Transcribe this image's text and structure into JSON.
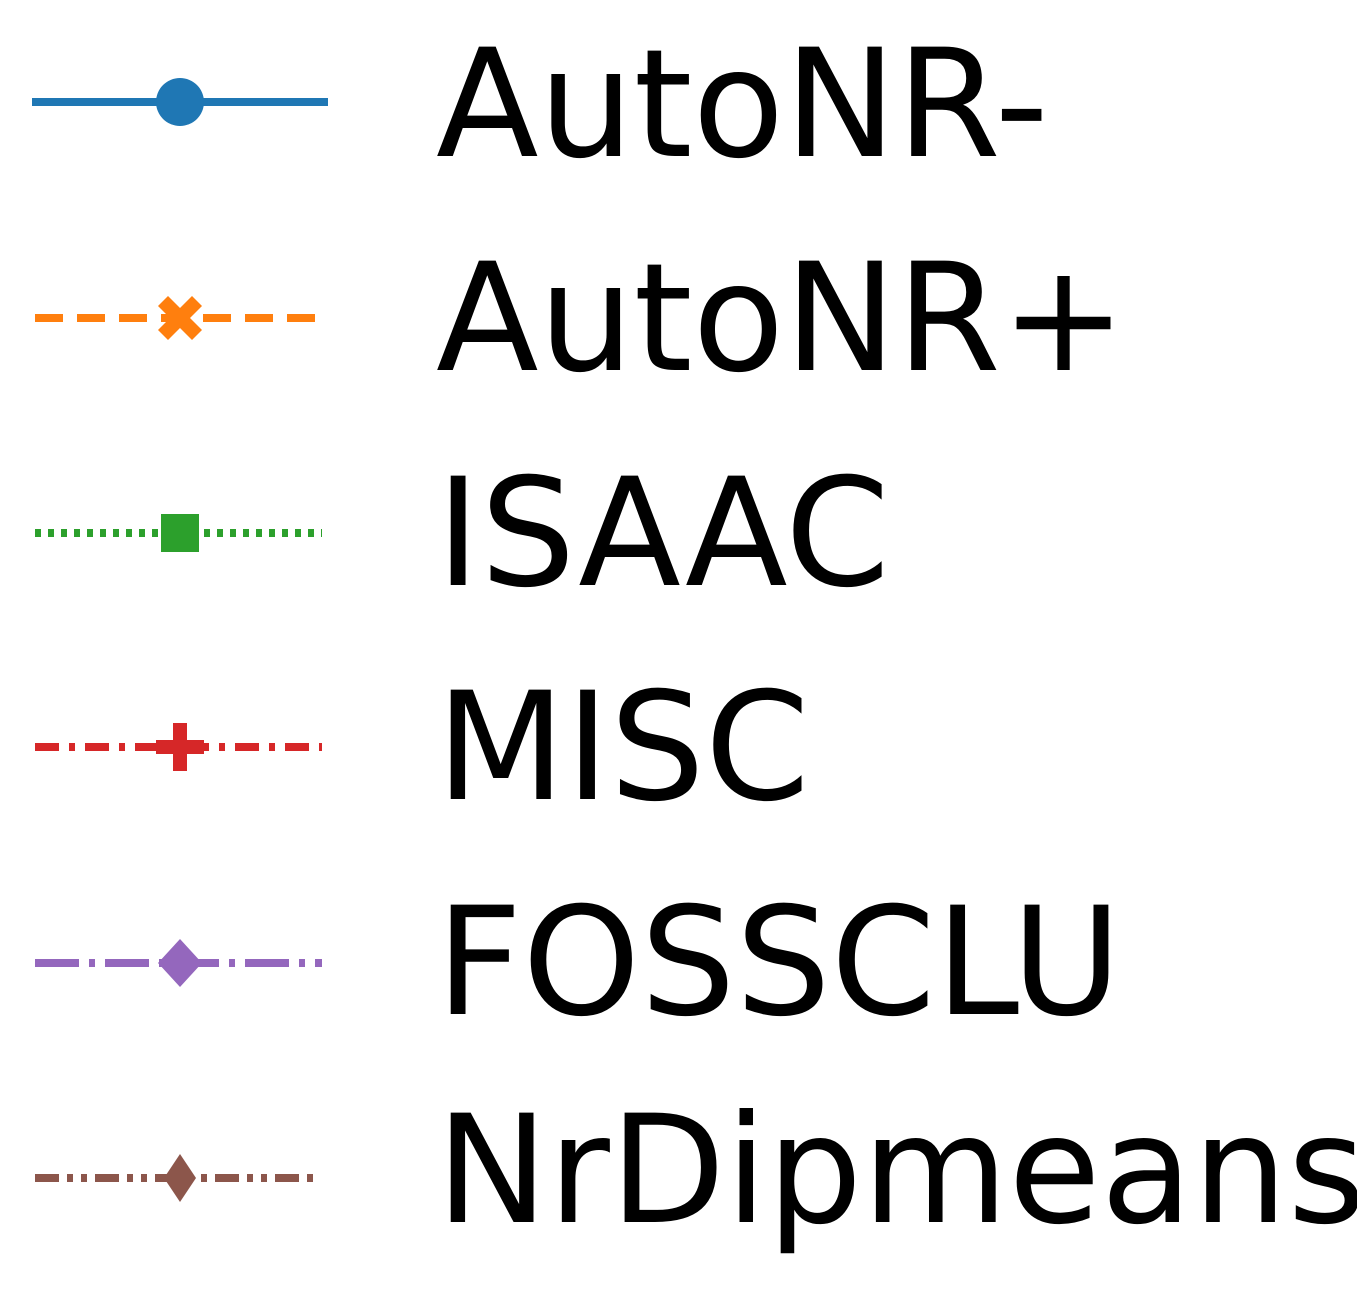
{
  "chart_data": {
    "type": "line",
    "legend": [
      {
        "name": "AutoNR-",
        "color": "#1f77b4",
        "linestyle": "solid",
        "marker": "circle"
      },
      {
        "name": "AutoNR+",
        "color": "#ff7f0e",
        "linestyle": "dashed",
        "marker": "x-filled"
      },
      {
        "name": "ISAAC",
        "color": "#2ca02c",
        "linestyle": "dotted",
        "marker": "square"
      },
      {
        "name": "MISC",
        "color": "#d62728",
        "linestyle": "dashdot",
        "marker": "plus-filled"
      },
      {
        "name": "FOSSCLU",
        "color": "#9467bd",
        "linestyle": "dashdot-long",
        "marker": "diamond"
      },
      {
        "name": "NrDipmeans",
        "color": "#8c564b",
        "linestyle": "dashdotdot",
        "marker": "thin-diamond"
      }
    ]
  }
}
